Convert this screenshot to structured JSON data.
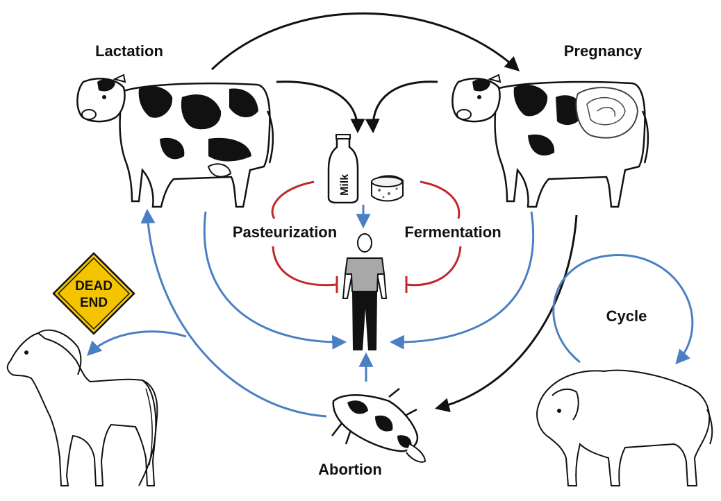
{
  "labels": {
    "lactation": "Lactation",
    "pregnancy": "Pregnancy",
    "pasteurization": "Pasteurization",
    "fermentation": "Fermentation",
    "cycle": "Cycle",
    "abortion": "Abortion"
  },
  "sign": {
    "line1": "DEAD",
    "line2": "END",
    "color": "#f5c400"
  },
  "milk_bottle": {
    "label": "Milk"
  },
  "icons": [
    "cow-icon",
    "pregnant-cow-icon",
    "milk-bottle-icon",
    "cheese-icon",
    "person-icon",
    "horse-icon",
    "bison-icon",
    "aborted-calf-icon",
    "dead-end-sign-icon"
  ],
  "colors": {
    "black_arrow": "#111111",
    "blue_arrow": "#4a7fc4",
    "red_inhibit": "#c0282c"
  }
}
